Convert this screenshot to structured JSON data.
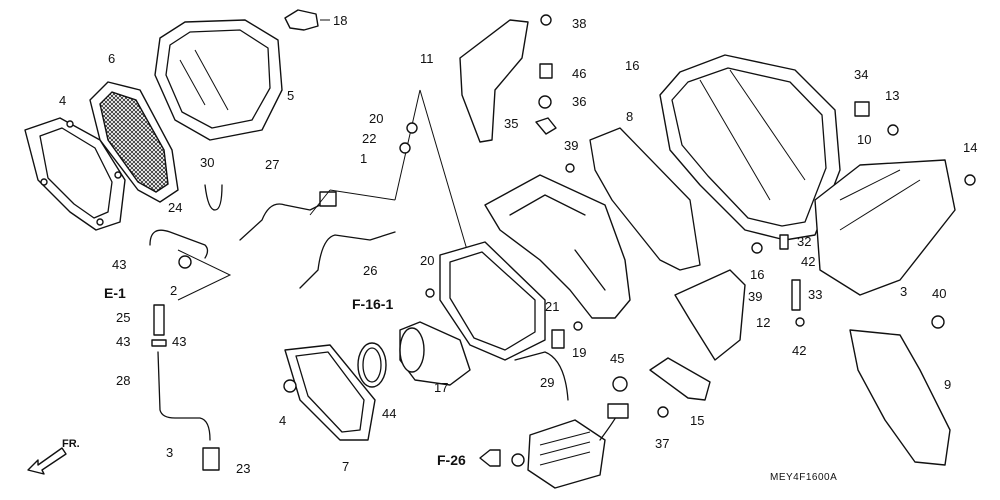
{
  "diagram": {
    "drawing_code": "MEY4F1600A",
    "front_marker": "FR.",
    "refs": {
      "e1": "E-1",
      "f16": "F-16-1",
      "f26": "F-26"
    },
    "callouts": {
      "c18": "18",
      "c6": "6",
      "c5": "5",
      "c4a": "4",
      "c30": "30",
      "c24": "24",
      "c43a": "43",
      "c2": "2",
      "c25": "25",
      "c43b": "43",
      "c43c": "43",
      "c28": "28",
      "c3": "3",
      "c23": "23",
      "c27": "27",
      "c1": "1",
      "c20a": "20",
      "c22": "22",
      "c26": "26",
      "c20b": "20",
      "c4b": "4",
      "c7": "7",
      "c44": "44",
      "c17": "17",
      "c11": "11",
      "c38": "38",
      "c46": "46",
      "c36": "36",
      "c35": "35",
      "c16a": "16",
      "c8": "8",
      "c39a": "39",
      "c21": "21",
      "c19": "19",
      "c29": "29",
      "c45": "45",
      "c37": "37",
      "c15": "15",
      "c12": "12",
      "c34": "34",
      "c13": "13",
      "c10": "10",
      "c14": "14",
      "c32": "32",
      "c42a": "42",
      "c16b": "16",
      "c39b": "39",
      "c33": "33",
      "c42b": "42",
      "c3b": "3",
      "c40": "40",
      "c9": "9"
    }
  }
}
